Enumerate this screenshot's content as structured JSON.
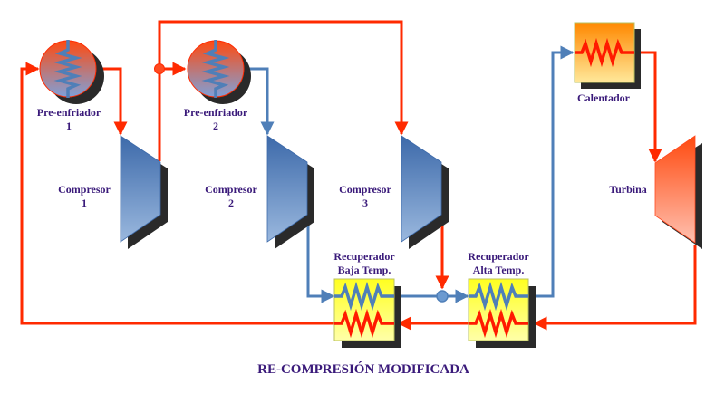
{
  "title": "RE-COMPRESIÓN MODIFICADA",
  "colors": {
    "hot_stream": "#ff2a00",
    "cold_stream": "#4f7fb8",
    "label_text": "#3a1a7a",
    "recuperator_fill": "#ffff33",
    "shadow": "#2a2a2a"
  },
  "components": {
    "precooler1": {
      "label_line1": "Pre-enfriador",
      "label_line2": "1"
    },
    "precooler2": {
      "label_line1": "Pre-enfriador",
      "label_line2": "2"
    },
    "compressor1": {
      "label_line1": "Compresor",
      "label_line2": "1"
    },
    "compressor2": {
      "label_line1": "Compresor",
      "label_line2": "2"
    },
    "compressor3": {
      "label_line1": "Compresor",
      "label_line2": "3"
    },
    "heater": {
      "label": "Calentador"
    },
    "turbine": {
      "label": "Turbina"
    },
    "recup_low": {
      "label_line1": "Recuperador",
      "label_line2": "Baja Temp."
    },
    "recup_high": {
      "label_line1": "Recuperador",
      "label_line2": "Alta Temp."
    }
  }
}
